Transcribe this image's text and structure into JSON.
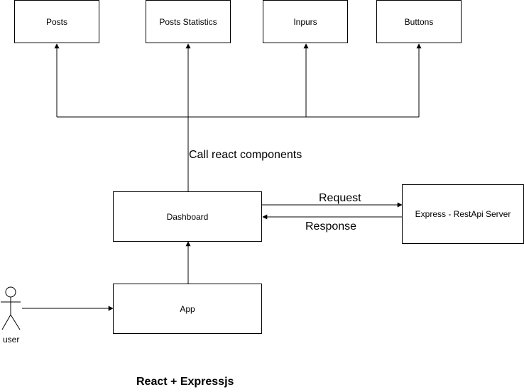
{
  "nodes": {
    "posts": "Posts",
    "posts_statistics": "Posts Statistics",
    "inputs": "Inpurs",
    "buttons": "Buttons",
    "dashboard": "Dashboard",
    "app": "App",
    "express": "Express - RestApi Server"
  },
  "edges": {
    "call_components": "Call react components",
    "request": "Request",
    "response": "Response"
  },
  "actor": {
    "label": "user"
  },
  "footer": {
    "title": "React + Expressjs"
  },
  "colors": {
    "stroke": "#000000",
    "background": "#ffffff"
  }
}
